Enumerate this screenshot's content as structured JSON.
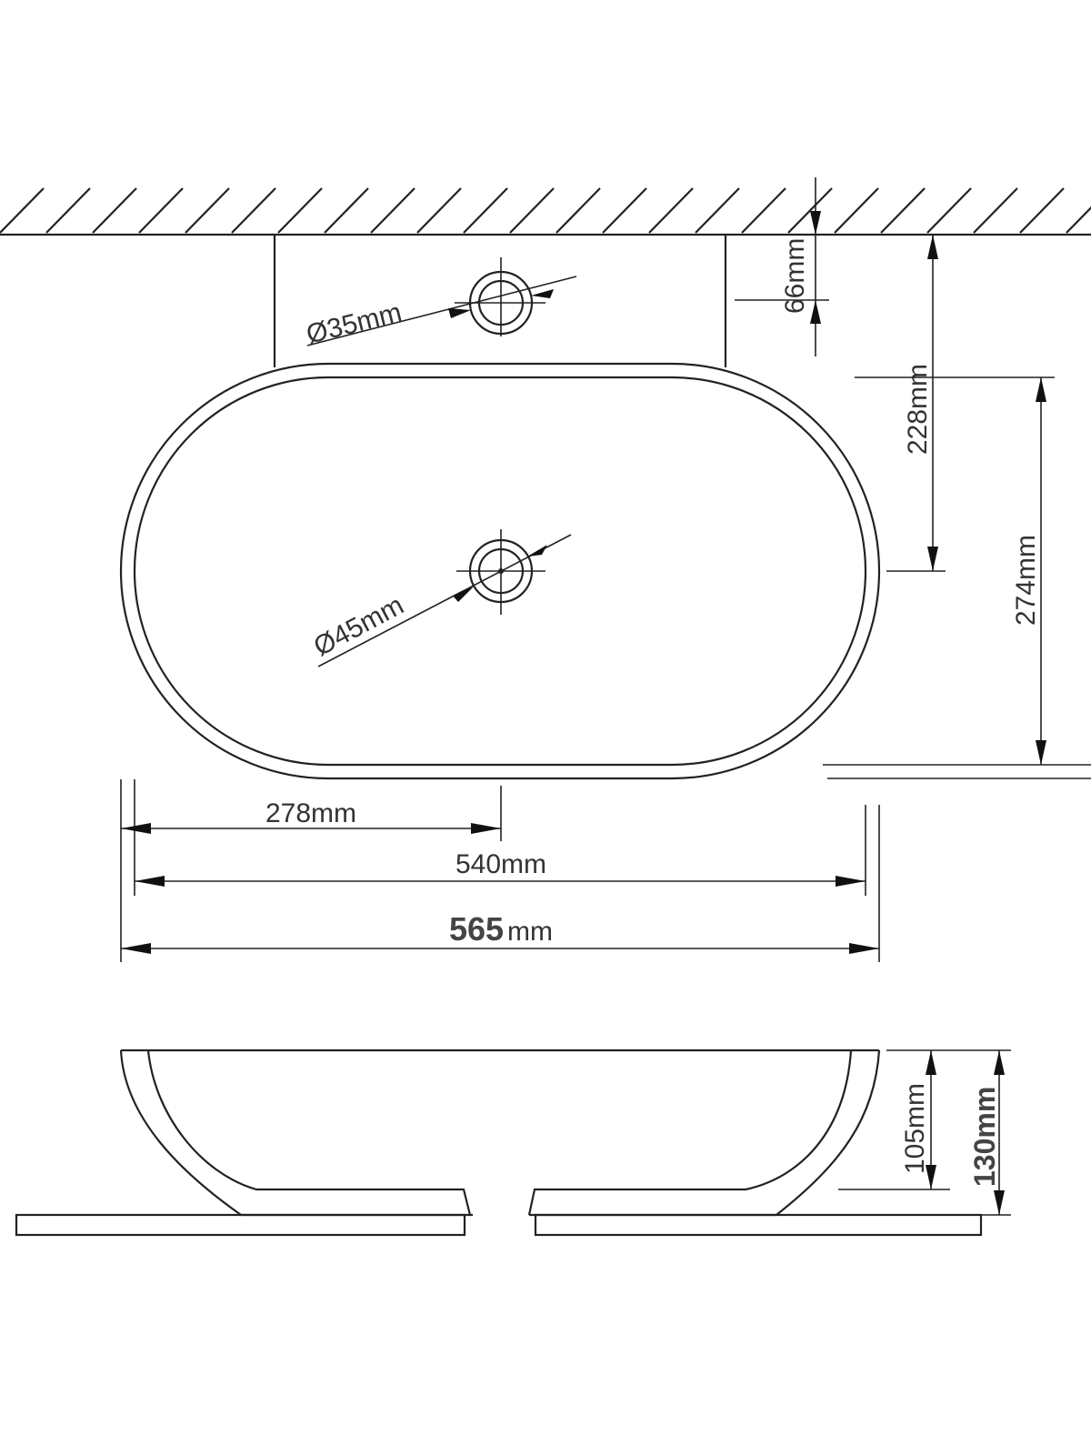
{
  "top_view": {
    "tap_hole": {
      "label": "Ø35mm"
    },
    "drain_hole": {
      "label": "Ø45mm"
    },
    "dim_tap_offset": {
      "label": "66mm"
    },
    "dim_tap_to_drain": {
      "label": "228mm"
    },
    "dim_basin_depth": {
      "label": "274mm"
    },
    "dim_drain_offset": {
      "label": "278mm"
    },
    "dim_inner_width": {
      "label": "540mm"
    },
    "dim_overall_width": {
      "value": "565",
      "unit": "mm"
    }
  },
  "side_view": {
    "dim_inner_height": {
      "label": "105mm"
    },
    "dim_overall_height": {
      "label": "130mm"
    }
  },
  "colors": {
    "line": "#222222",
    "background": "#ffffff"
  }
}
